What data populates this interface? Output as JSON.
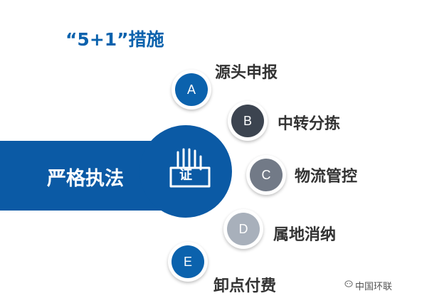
{
  "title": "“5+1”措施",
  "center": {
    "label": "严格执法",
    "icon": "hand-document-icon",
    "icon_text": "证"
  },
  "steps": [
    {
      "letter": "A",
      "label": "源头申报",
      "color": "#0b62ad"
    },
    {
      "letter": "B",
      "label": "中转分拣",
      "color": "#3c4450"
    },
    {
      "letter": "C",
      "label": "物流管控",
      "color": "#727a87"
    },
    {
      "letter": "D",
      "label": "属地消纳",
      "color": "#a8b0bb"
    },
    {
      "letter": "E",
      "label": "卸点付费",
      "color": "#0b62ad"
    }
  ],
  "watermark": "中国环联"
}
